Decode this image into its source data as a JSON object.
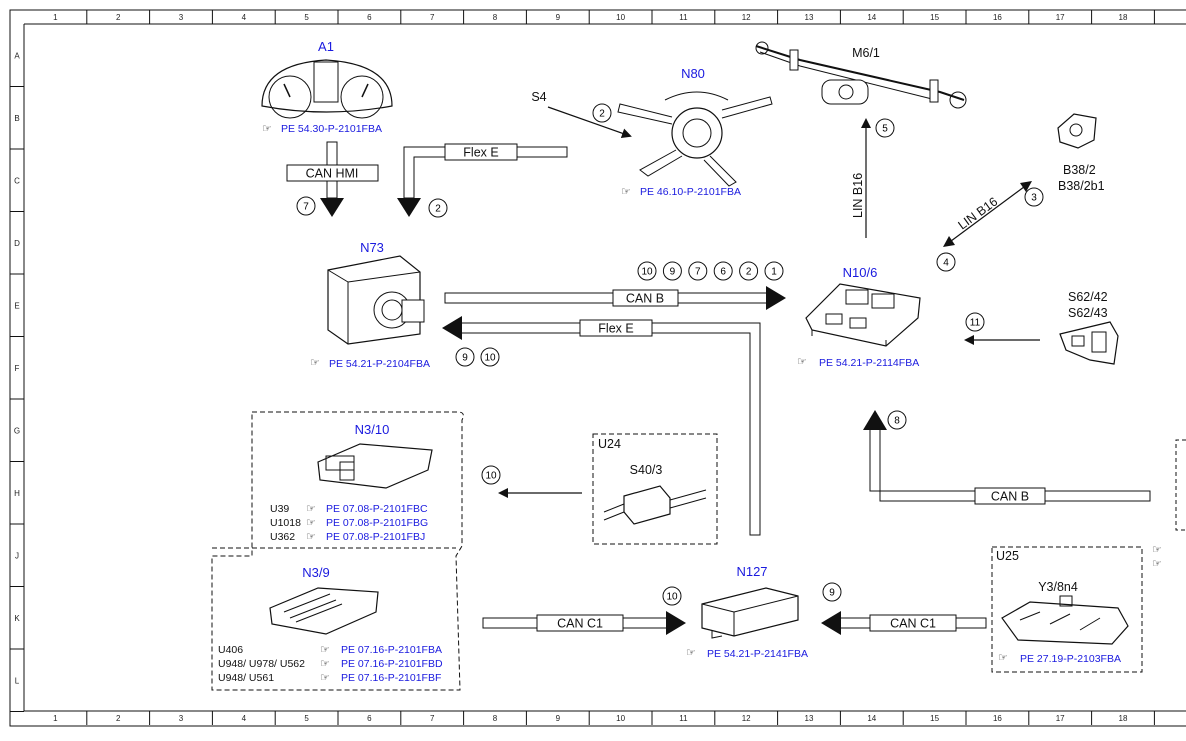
{
  "grid": {
    "columns": [
      "1",
      "2",
      "3",
      "4",
      "5",
      "6",
      "7",
      "8",
      "9",
      "10",
      "11",
      "12",
      "13",
      "14",
      "15",
      "16",
      "17",
      "18"
    ],
    "rows": [
      "A",
      "B",
      "C",
      "D",
      "E",
      "F",
      "G",
      "H",
      "J",
      "K",
      "L"
    ]
  },
  "components": {
    "a1": {
      "name": "A1",
      "ref": "PE 54.30-P-2101FBA"
    },
    "n80": {
      "name": "N80",
      "ref": "PE 46.10-P-2101FBA",
      "tag": "S4"
    },
    "m6_1": {
      "name": "M6/1"
    },
    "b38": {
      "name1": "B38/2",
      "name2": "B38/2b1"
    },
    "n73": {
      "name": "N73",
      "ref": "PE 54.21-P-2104FBA"
    },
    "n10_6": {
      "name": "N10/6",
      "ref": "PE 54.21-P-2114FBA"
    },
    "s62": {
      "name1": "S62/42",
      "name2": "S62/43"
    },
    "n3_10": {
      "name": "N3/10",
      "rows": [
        {
          "code": "U39",
          "ref": "PE 07.08-P-2101FBC"
        },
        {
          "code": "U1018",
          "ref": "PE 07.08-P-2101FBG"
        },
        {
          "code": "U362",
          "ref": "PE 07.08-P-2101FBJ"
        }
      ]
    },
    "n3_9": {
      "name": "N3/9",
      "rows": [
        {
          "code": "U406",
          "ref": "PE 07.16-P-2101FBA"
        },
        {
          "code": "U948/ U978/ U562",
          "ref": "PE 07.16-P-2101FBD"
        },
        {
          "code": "U948/ U561",
          "ref": "PE 07.16-P-2101FBF"
        }
      ]
    },
    "u24": {
      "box": "U24",
      "name": "S40/3"
    },
    "n127": {
      "name": "N127",
      "ref": "PE 54.21-P-2141FBA"
    },
    "u25": {
      "box": "U25",
      "name": "Y3/8n4",
      "ref": "PE 27.19-P-2103FBA"
    }
  },
  "buses": {
    "flex_e_top": "Flex E",
    "can_hmi": "CAN HMI",
    "lin_b16_vertical": "LIN B16",
    "lin_b16_diag": "LIN B16",
    "can_b_top": "CAN B",
    "flex_e_mid": "Flex E",
    "can_b_right": "CAN B",
    "can_c1_left": "CAN C1",
    "can_c1_right": "CAN C1"
  },
  "markers": {
    "m_can_hmi": "7",
    "m_flex_e_down": "2",
    "m_s4": "2",
    "m_lin_vert": "5",
    "m_lin_up": "3",
    "m_lin_down": "4",
    "m_canb_seq": [
      "10",
      "9",
      "7",
      "6",
      "2",
      "1"
    ],
    "m_flexe_seq": [
      "9",
      "10"
    ],
    "m_s62": "11",
    "m_canb_up": "8",
    "m_u24": "10",
    "m_n127_left": "10",
    "m_n127_right": "9"
  },
  "colors": {
    "link": "#1a1adf",
    "line": "#111111"
  }
}
